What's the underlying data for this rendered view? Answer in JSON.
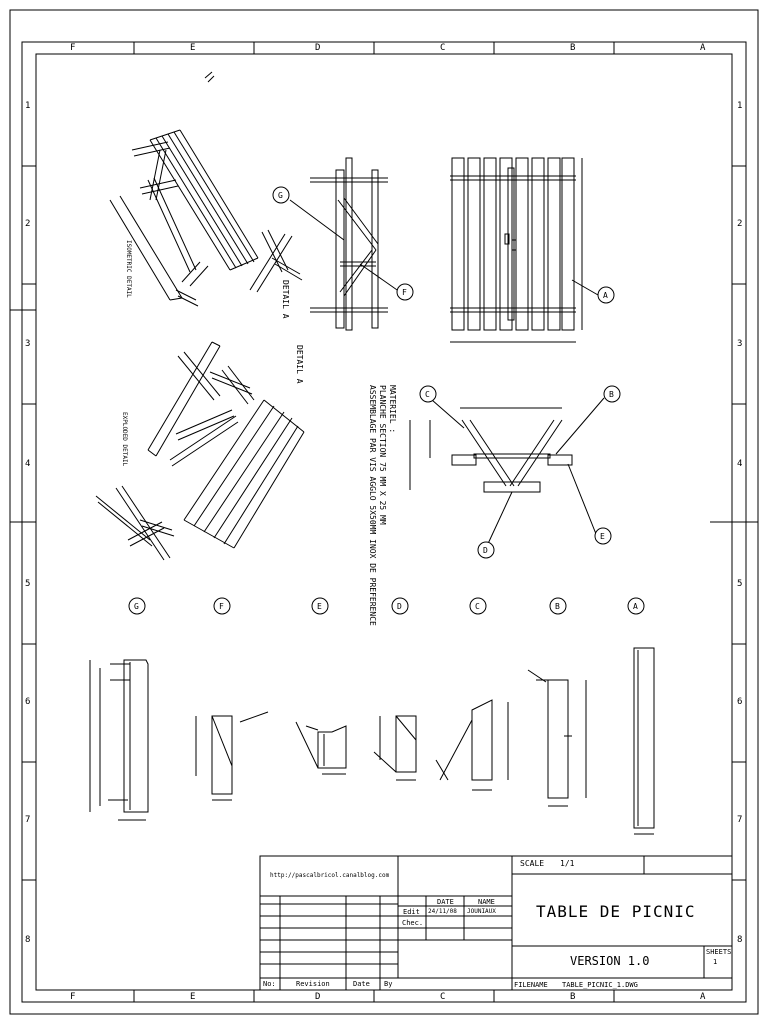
{
  "border": {
    "columns": [
      "F",
      "E",
      "D",
      "C",
      "B",
      "A"
    ],
    "rows": [
      "1",
      "2",
      "3",
      "4",
      "5",
      "6",
      "7",
      "8"
    ]
  },
  "views": {
    "isometric_label": "ISOMETRIC DETAIL",
    "exploded_label": "EXPLODED DETAIL",
    "detail_label": "DETAIL A",
    "callouts_top": [
      "G",
      "F",
      "A"
    ],
    "callouts_front": [
      "C",
      "B",
      "D",
      "E"
    ],
    "parts_row": [
      "G",
      "F",
      "E",
      "D",
      "C",
      "B",
      "A"
    ]
  },
  "notes": {
    "line1": "MATERIEL :",
    "line2": "PLANCHE SECTION 75 MM X 25 MM",
    "line3": "ASSEMBLAGE PAR VIS AGGLO 5X50MM INOX DE PREFERENCE"
  },
  "title_block": {
    "url": "http://pascalbricol.canalblog.com",
    "scale_label": "SCALE",
    "scale_value": "1/1",
    "date_header": "DATE",
    "name_header": "NAME",
    "edit_label": "Edit",
    "edit_date": "24/11/08",
    "edit_name": "JOUNIAUX",
    "check_label": "Chec.",
    "title": "TABLE DE PICNIC",
    "version": "VERSION 1.0",
    "sheets_label": "SHEETS",
    "sheets_value": "1",
    "no_label": "No:",
    "revision_label": "Revision",
    "date_label": "Date",
    "by_label": "By",
    "filename_label": "FILENAME",
    "filename_value": "TABLE_PICNIC_1.DWG"
  }
}
